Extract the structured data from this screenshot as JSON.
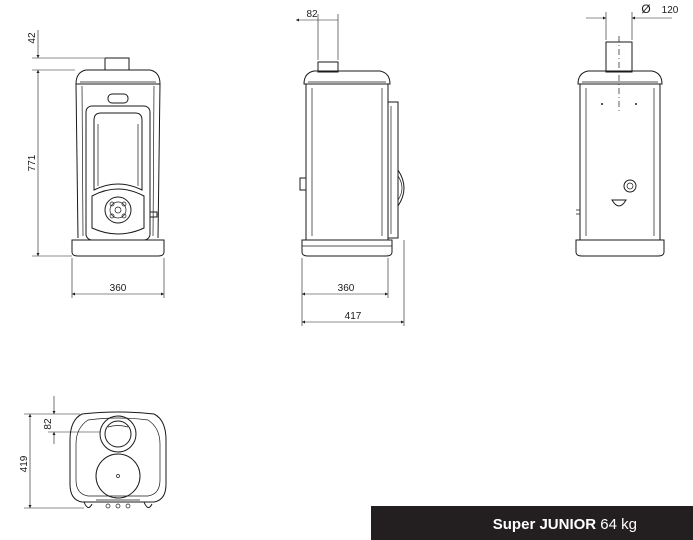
{
  "dimensions": {
    "front_flue_height": "42",
    "front_height": "771",
    "front_width": "360",
    "side_flue_width": "82",
    "side_body_width": "360",
    "side_total_width": "417",
    "rear_diameter_symbol": "Ø",
    "rear_flue_diameter": "120",
    "top_flue_offset": "82",
    "top_depth": "419"
  },
  "caption": {
    "model": "Super JUNIOR",
    "weight": "64 kg"
  },
  "colors": {
    "line": "#1a1a1a",
    "caption_bg": "#231f20",
    "caption_text": "#ffffff"
  }
}
